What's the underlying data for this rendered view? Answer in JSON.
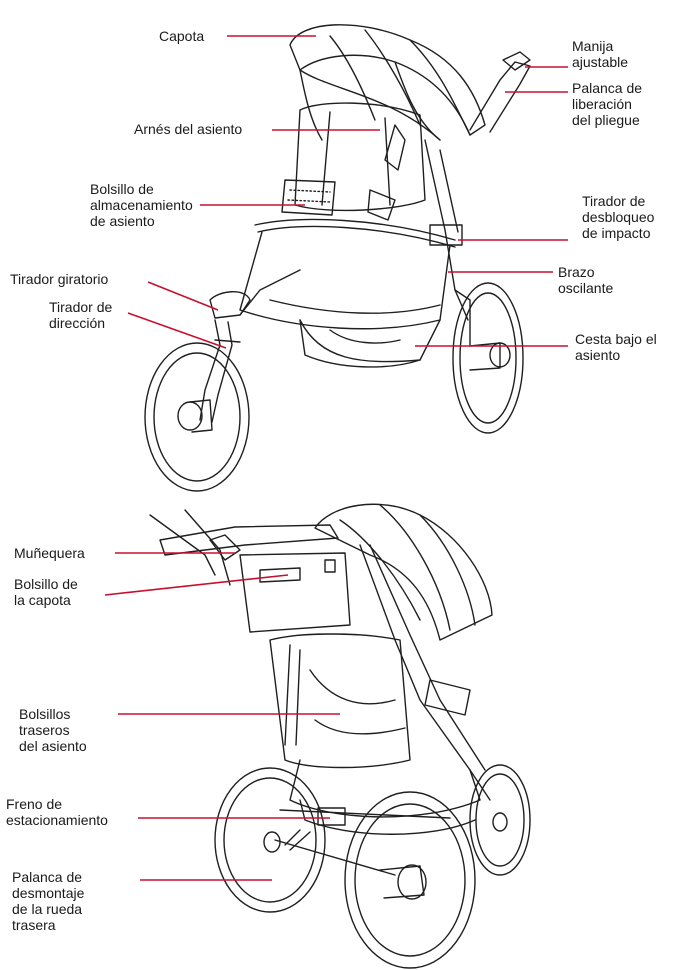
{
  "colors": {
    "leader": "#c8102e",
    "ink": "#1f1f1f"
  },
  "front_view": {
    "labels": {
      "capota": "Capota",
      "manija": [
        "Manija",
        "ajustable"
      ],
      "palanca_pliegue": [
        "Palanca de",
        "liberación",
        "del pliegue"
      ],
      "arnes": "Arnés del asiento",
      "bolsillo_almacenamiento": [
        "Bolsillo de",
        "almacenamiento",
        "de asiento"
      ],
      "tirador_desbloqueo": [
        "Tirador de",
        "desbloqueo",
        "de impacto"
      ],
      "tirador_giratorio": "Tirador giratorio",
      "brazo_oscilante": [
        "Brazo",
        "oscilante"
      ],
      "tirador_direccion": [
        "Tirador de",
        "dirección"
      ],
      "cesta": [
        "Cesta bajo el",
        "asiento"
      ]
    }
  },
  "rear_view": {
    "labels": {
      "munequera": "Muñequera",
      "bolsillo_capota": [
        "Bolsillo de",
        "la capota"
      ],
      "bolsillos_traseros": [
        "Bolsillos",
        "traseros",
        "del asiento"
      ],
      "freno": [
        "Freno de",
        "estacionamiento"
      ],
      "palanca_rueda": [
        "Palanca de",
        "desmontaje",
        "de la rueda",
        "trasera"
      ]
    }
  }
}
